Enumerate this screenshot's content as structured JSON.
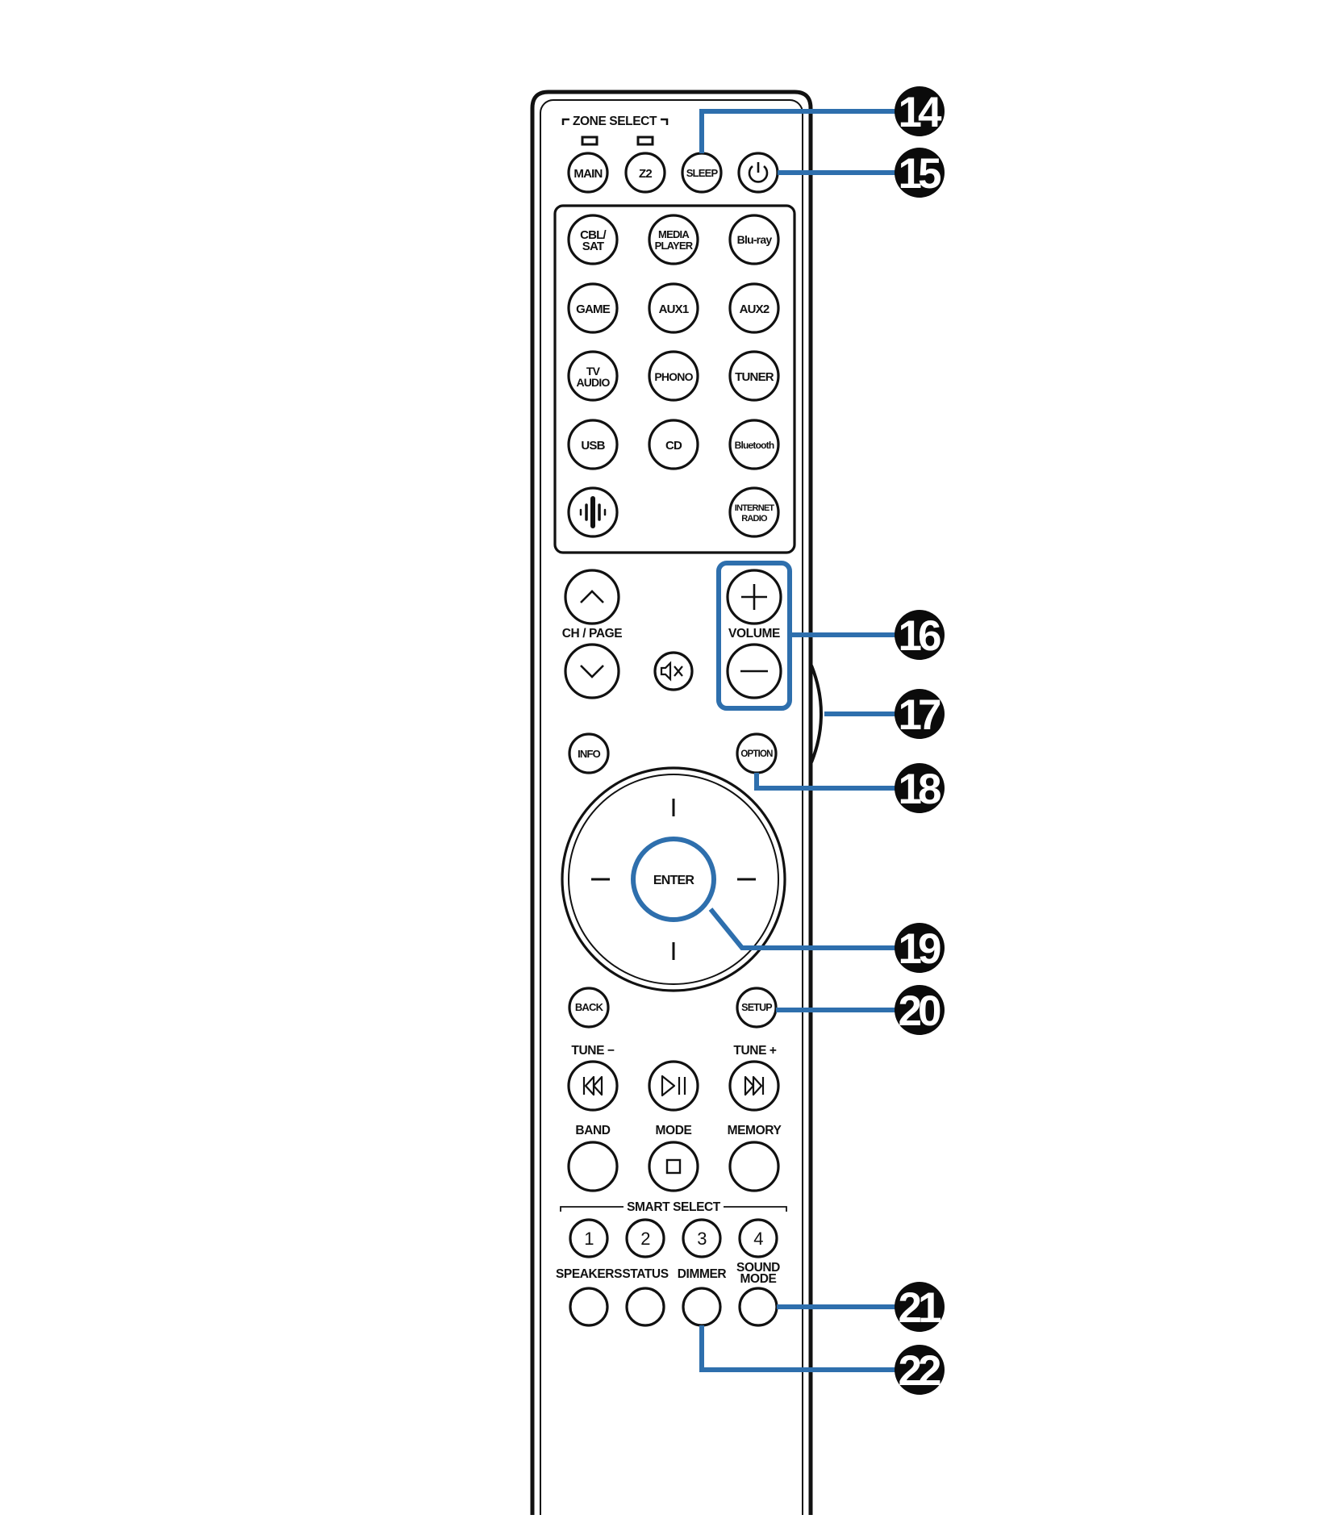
{
  "zone_select_label": "ZONE SELECT",
  "buttons": {
    "main": "MAIN",
    "z2": "Z2",
    "sleep": "SLEEP",
    "cbl_sat": [
      "CBL/",
      "SAT"
    ],
    "media_player": [
      "MEDIA",
      "PLAYER"
    ],
    "bluray": "Blu-ray",
    "game": "GAME",
    "aux1": "AUX1",
    "aux2": "AUX2",
    "tv_audio": [
      "TV",
      "AUDIO"
    ],
    "phono": "PHONO",
    "tuner": "TUNER",
    "usb": "USB",
    "cd": "CD",
    "bluetooth": "Bluetooth",
    "internet_radio": [
      "INTERNET",
      "RADIO"
    ],
    "info": "INFO",
    "option": "OPTION",
    "enter": "ENTER",
    "back": "BACK",
    "setup": "SETUP",
    "smart_1": "1",
    "smart_2": "2",
    "smart_3": "3",
    "smart_4": "4"
  },
  "labels": {
    "ch_page": "CH / PAGE",
    "volume": "VOLUME",
    "tune_minus": "TUNE −",
    "tune_plus": "TUNE +",
    "band": "BAND",
    "mode": "MODE",
    "memory": "MEMORY",
    "smart_select": "SMART SELECT",
    "speakers": "SPEAKERS",
    "status": "STATUS",
    "dimmer": "DIMMER",
    "sound_mode": [
      "SOUND",
      "MODE"
    ]
  },
  "callouts": [
    "14",
    "15",
    "16",
    "17",
    "18",
    "19",
    "20",
    "21",
    "22"
  ],
  "colors": {
    "callout_line": "#2e6fad",
    "badge": "#0b0b0b",
    "outline": "#111111"
  },
  "icons": [
    "power-icon",
    "heos-icon",
    "chevron-up-icon",
    "chevron-down-icon",
    "mute-icon",
    "plus-icon",
    "minus-icon",
    "skip-back-icon",
    "play-pause-icon",
    "skip-forward-icon",
    "stop-icon"
  ]
}
